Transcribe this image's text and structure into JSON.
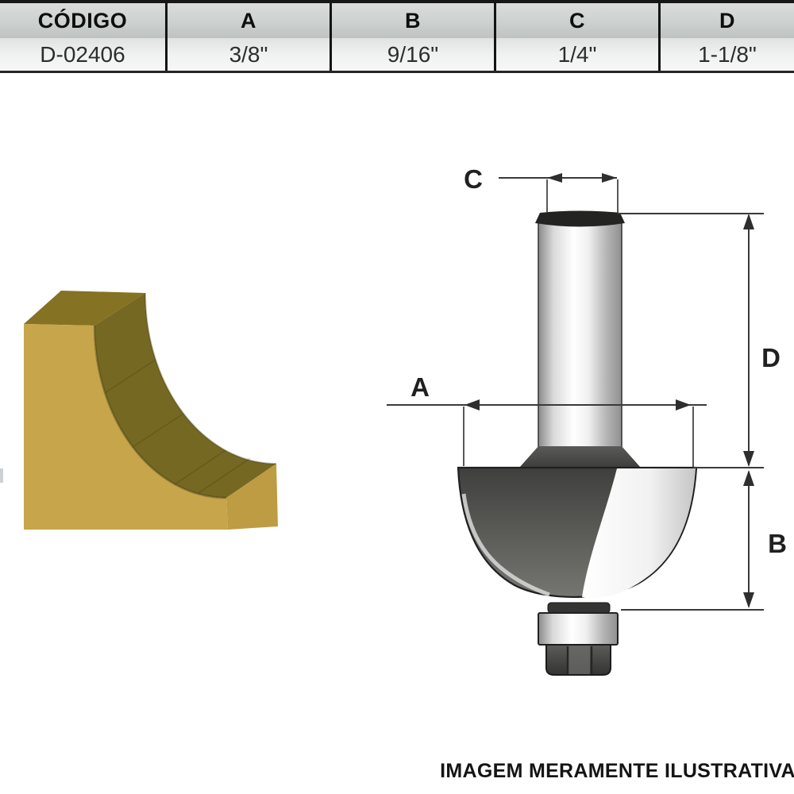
{
  "table": {
    "headers": [
      "CÓDIGO",
      "A",
      "B",
      "C",
      "D"
    ],
    "row": [
      "D-02406",
      "3/8\"",
      "9/16\"",
      "1/4\"",
      "1-1/8\""
    ]
  },
  "diagram": {
    "dim_labels": {
      "a": "A",
      "b": "B",
      "c": "C",
      "d": "D"
    }
  },
  "caption": "IMAGEM MERAMENTE ILUSTRATIVA",
  "colors": {
    "table_border": "#161616",
    "wood_front": "#c7a54a",
    "wood_top": "#857223",
    "wood_cove": "#756822",
    "wood_end": "#bd9c43",
    "dim_line": "#3a3a3a",
    "steel_dark": "#454543",
    "steel_mid": "#8f8f8f",
    "steel_light": "#ffffff",
    "cap_dark": "#232321"
  }
}
